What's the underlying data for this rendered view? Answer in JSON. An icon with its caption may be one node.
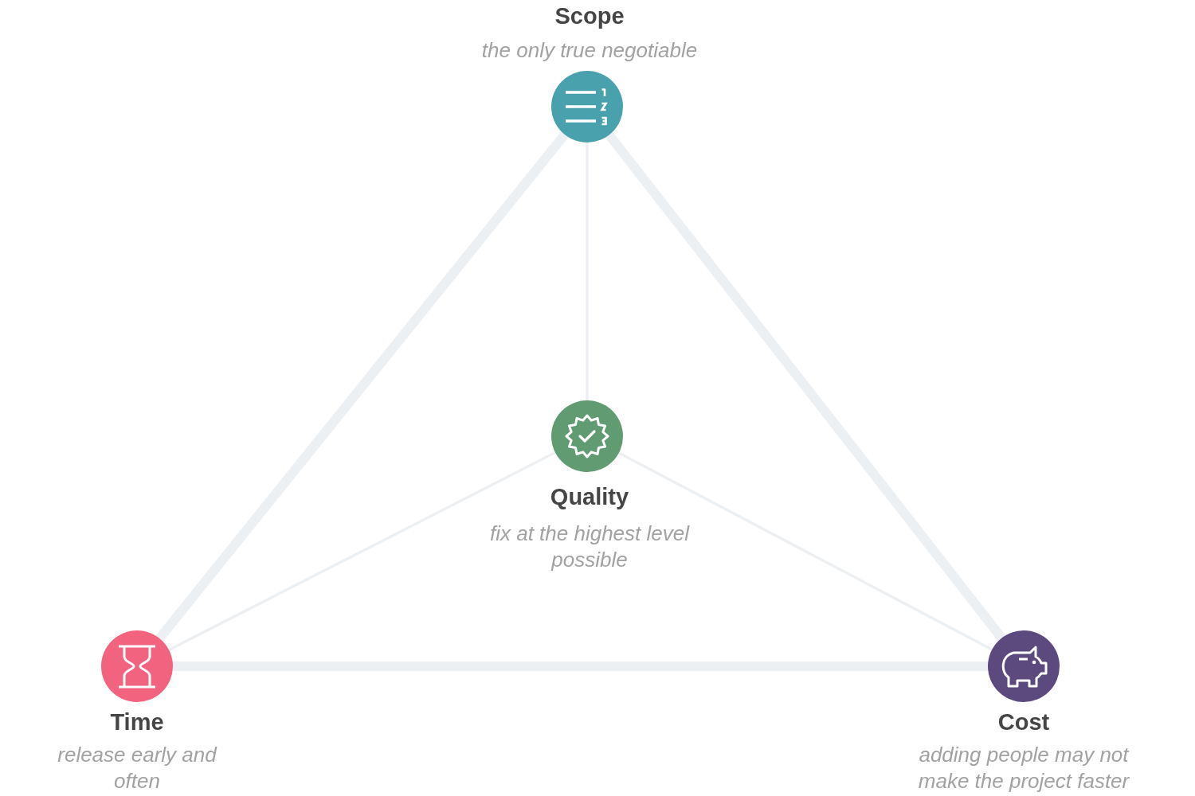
{
  "diagram": {
    "nodes": [
      {
        "text": [
          "Scope",
          "the only true negotiable"
        ]
      },
      {
        "text": [
          "Quality",
          "fix at the highest level possible"
        ]
      },
      {
        "text": [
          "Time",
          "release early and often"
        ]
      },
      {
        "text": [
          "Cost",
          "adding people may not make the project faster"
        ]
      }
    ],
    "edges": [
      {
        "from": 0,
        "to": 2,
        "arrow": "none",
        "style": "thick"
      },
      {
        "from": 0,
        "to": 3,
        "arrow": "none",
        "style": "thick"
      },
      {
        "from": 2,
        "to": 3,
        "arrow": "none",
        "style": "thick"
      },
      {
        "from": 0,
        "to": 1,
        "arrow": "none"
      },
      {
        "from": 1,
        "to": 2,
        "arrow": "none"
      },
      {
        "from": 1,
        "to": 3,
        "arrow": "none"
      }
    ]
  }
}
